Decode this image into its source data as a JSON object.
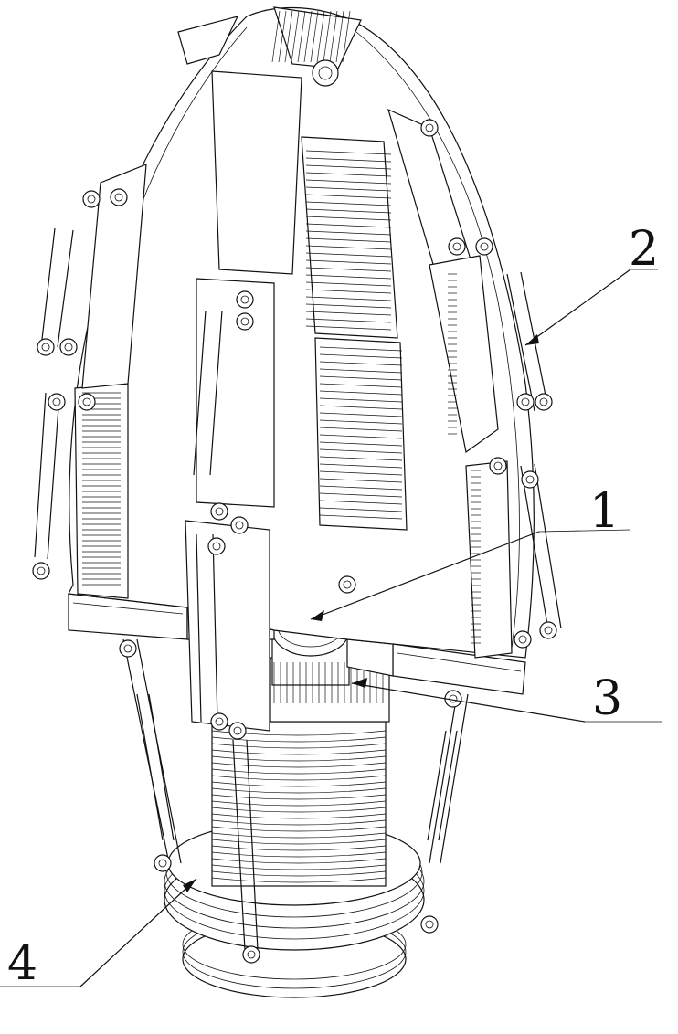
{
  "figure": {
    "labels": [
      {
        "id": "1",
        "text": "1"
      },
      {
        "id": "2",
        "text": "2"
      },
      {
        "id": "3",
        "text": "3"
      },
      {
        "id": "4",
        "text": "4"
      }
    ],
    "line_color": "#111111",
    "background": "#ffffff"
  }
}
